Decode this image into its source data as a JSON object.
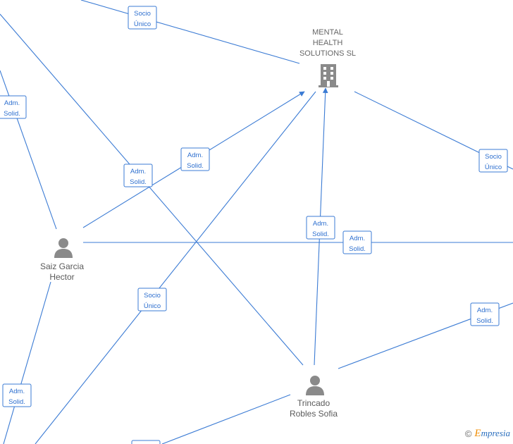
{
  "colors": {
    "edge": "#3b7bd4",
    "icon": "#8a8a8a",
    "text": "#5a5a5a"
  },
  "nodes": {
    "company": {
      "name_lines": [
        "MENTAL",
        "HEALTH",
        "SOLUTIONS SL"
      ],
      "icon": "building-icon"
    },
    "saiz": {
      "name_lines": [
        "Saiz Garcia",
        "Hector"
      ],
      "icon": "person-icon"
    },
    "trincado": {
      "name_lines": [
        "Trincado",
        "Robles Sofia"
      ],
      "icon": "person-icon"
    }
  },
  "relations": [
    {
      "lines": [
        "Socio",
        "Único"
      ]
    },
    {
      "lines": [
        "Adm.",
        "Solid."
      ]
    },
    {
      "lines": [
        "Adm.",
        "Solid."
      ]
    },
    {
      "lines": [
        "Adm.",
        "Solid."
      ]
    },
    {
      "lines": [
        "Socio",
        "Único"
      ]
    },
    {
      "lines": [
        "Adm.",
        "Solid."
      ]
    },
    {
      "lines": [
        "Adm.",
        "Solid."
      ]
    },
    {
      "lines": [
        "Socio",
        "Único"
      ]
    },
    {
      "lines": [
        "Adm.",
        "Solid."
      ]
    },
    {
      "lines": [
        "Adm.",
        "Solid."
      ]
    }
  ],
  "footer": {
    "copyright": "©",
    "brand_initial": "E",
    "brand_rest": "mpresia"
  }
}
